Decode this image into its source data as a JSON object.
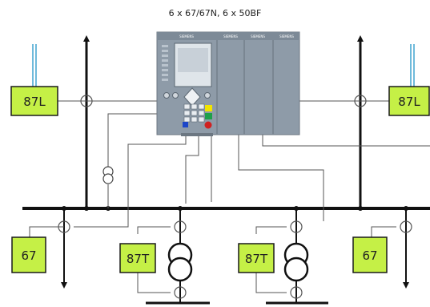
{
  "title": "6 x 67/67N, 6 x 50BF",
  "device": {
    "brand": "SIEMENS",
    "modules": [
      "SIEMENS",
      "SIEMENS",
      "SIEMENS",
      "SIEMENS"
    ],
    "key_colors": [
      "#f2e400",
      "#1fa04a",
      "#d02020",
      "#1d46c8"
    ]
  },
  "relays": {
    "left_line": "87L",
    "right_line": "87L",
    "left_feeder": "67",
    "right_feeder": "67",
    "transformer_1": "87T",
    "transformer_2": "87T"
  },
  "colors": {
    "relay_fill": "#c5f046",
    "relay_border": "#1a1a1a",
    "pilot_wire": "#3fa3cf",
    "device_body": "#8e9ba8",
    "wire": "#555555",
    "busbar": "#111111"
  },
  "icons": [
    "current-transformer-icon",
    "voltage-transformer-icon",
    "power-transformer-icon",
    "arrow-down-icon",
    "arrow-up-icon"
  ]
}
